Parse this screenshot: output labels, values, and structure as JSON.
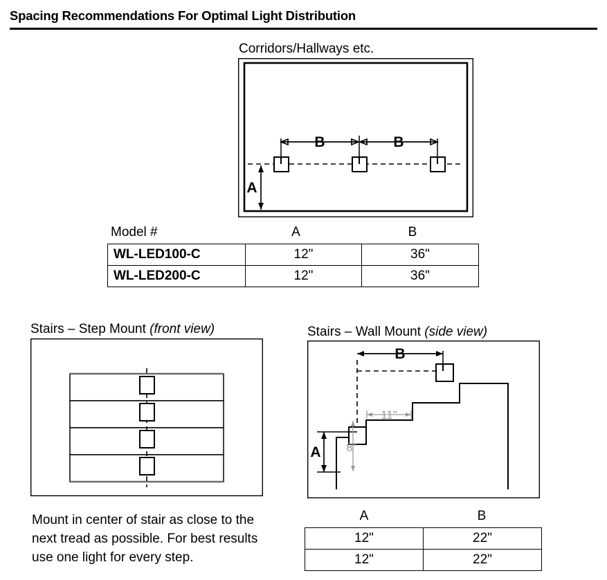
{
  "page": {
    "title": "Spacing Recommendations For Optimal Light Distribution"
  },
  "corridor": {
    "caption": "Corridors/Hallways etc.",
    "dim_b_left": "B",
    "dim_b_right": "B",
    "dim_a": "A",
    "fixture_count": 3
  },
  "corridor_table": {
    "headers": {
      "model": "Model #",
      "a": "A",
      "b": "B"
    },
    "rows": [
      {
        "model": "WL-LED100-C",
        "a": "12\"",
        "b": "36\""
      },
      {
        "model": "WL-LED200-C",
        "a": "12\"",
        "b": "36\""
      }
    ]
  },
  "step_mount": {
    "caption_main": "Stairs – Step Mount ",
    "caption_italic": "(front view)",
    "step_count": 4,
    "note": "Mount in center of stair as close to the next tread as possible. For best results use one light for every step."
  },
  "wall_mount": {
    "caption_main": "Stairs – Wall Mount ",
    "caption_italic": "(side view)",
    "dim_b": "B",
    "dim_a": "A",
    "tread_label": "11\"",
    "riser_label": "8\""
  },
  "wall_table": {
    "headers": {
      "a": "A",
      "b": "B"
    },
    "rows": [
      {
        "a": "12\"",
        "b": "22\""
      },
      {
        "a": "12\"",
        "b": "22\""
      }
    ]
  },
  "colors": {
    "line": "#000000",
    "gray_dim": "#9a9a9a",
    "step_top": "#6b6b6b"
  }
}
